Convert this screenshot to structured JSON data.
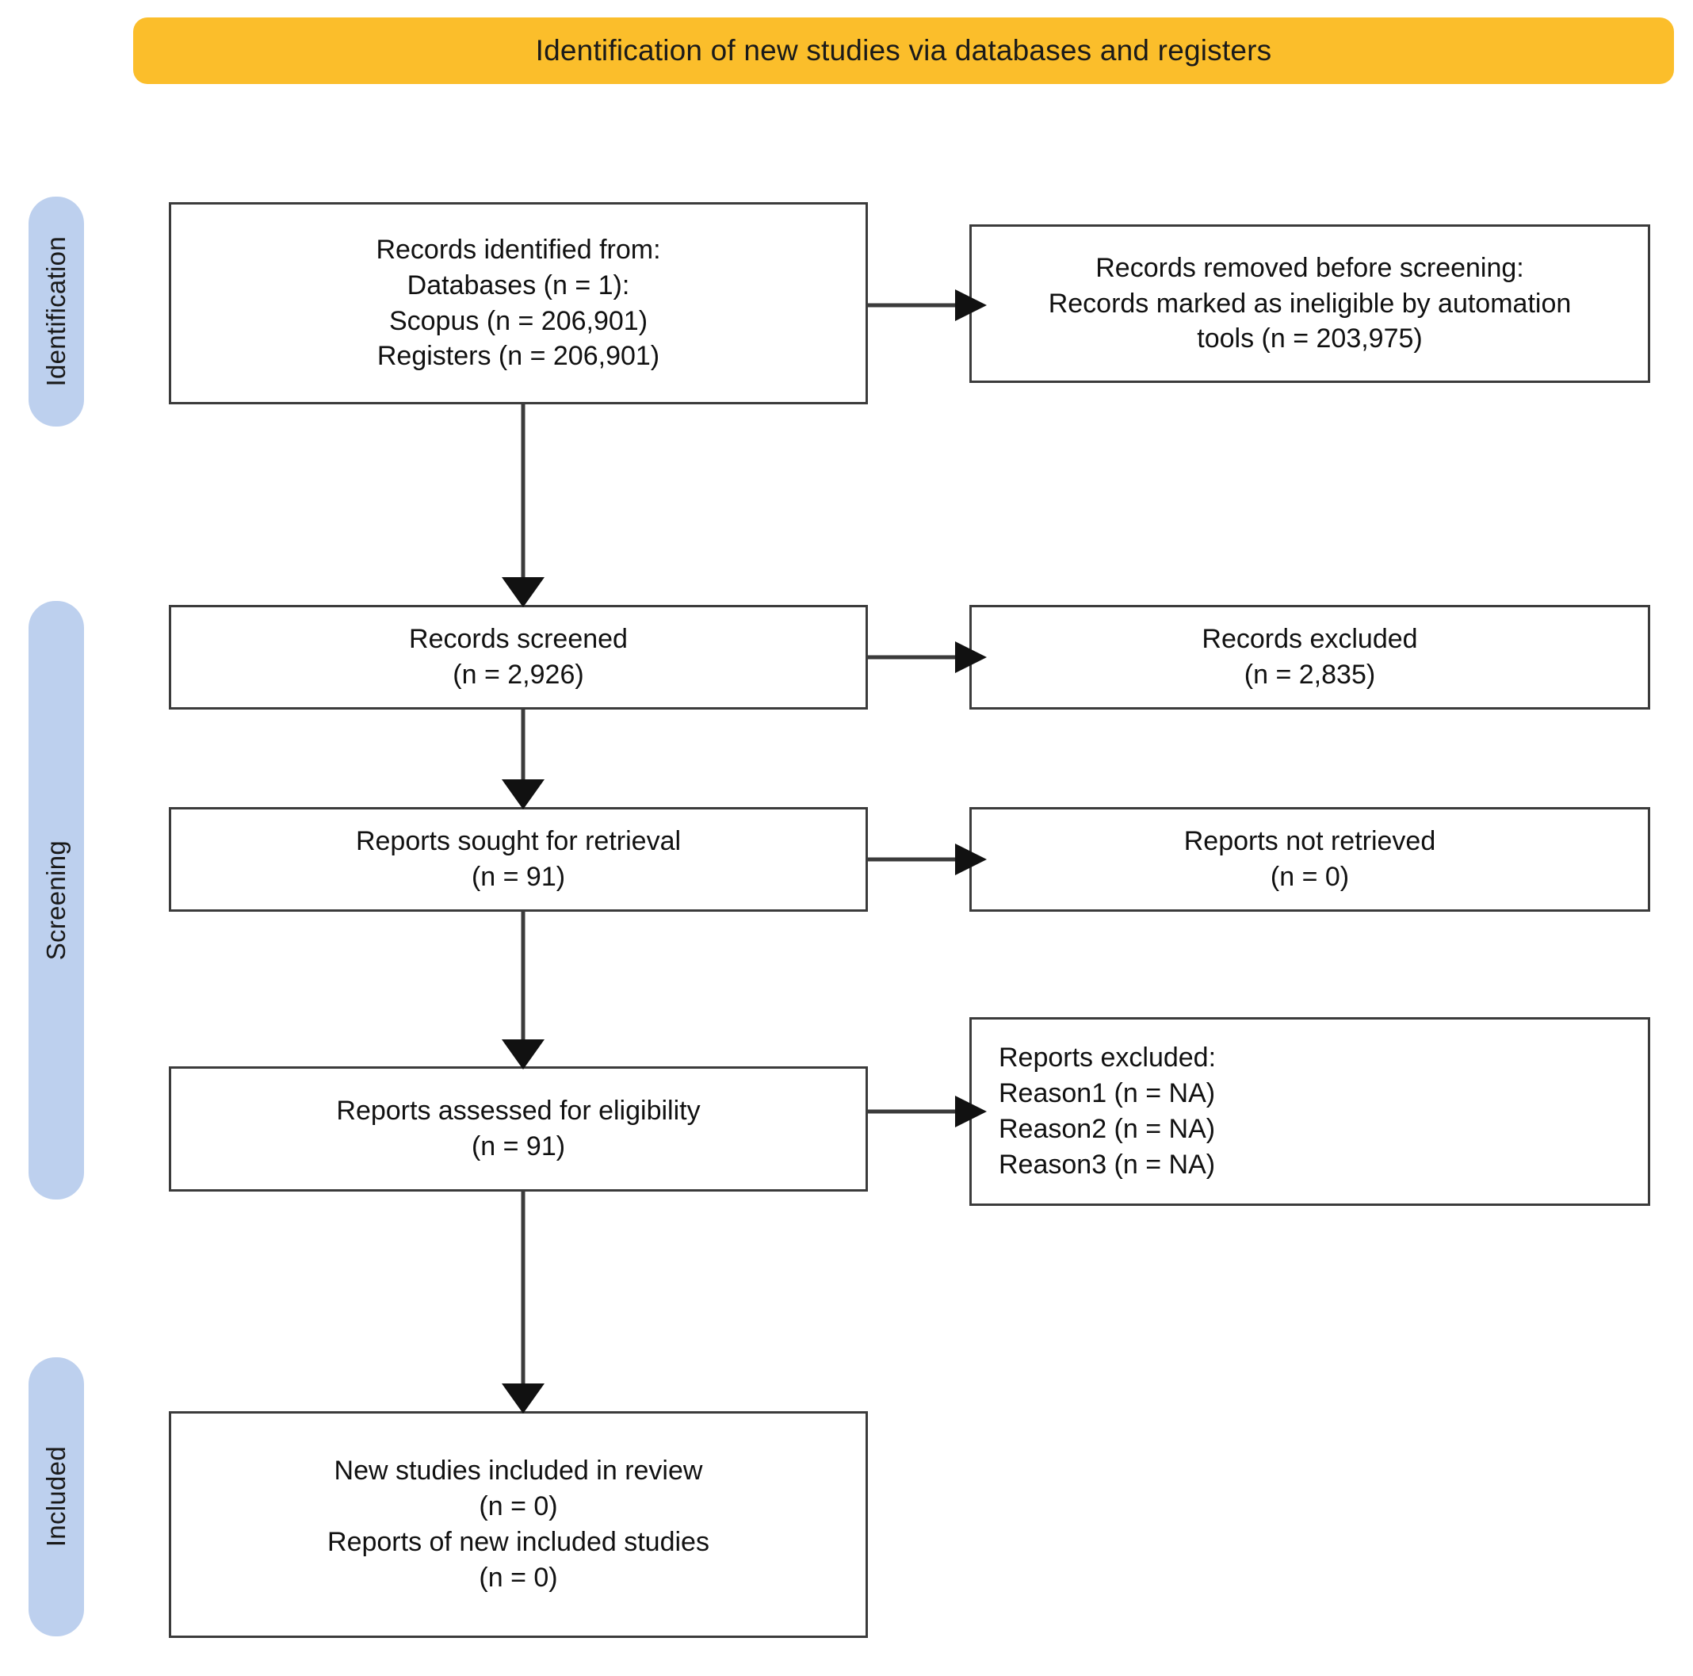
{
  "header": {
    "title": "Identification of new studies via databases and registers",
    "color": "#FBBE2B"
  },
  "stages": {
    "color": "#BDD0EE",
    "identification": "Identification",
    "screening": "Screening",
    "included": "Included"
  },
  "boxes": {
    "identified": {
      "lines": [
        "Records identified from:",
        "Databases (n = 1):",
        "Scopus (n = 206,901)",
        "Registers (n = 206,901)"
      ]
    },
    "removed": {
      "lines": [
        "Records removed before screening:",
        "Records marked as ineligible by automation",
        "tools (n = 203,975)"
      ]
    },
    "screened": {
      "lines": [
        "Records screened",
        "(n = 2,926)"
      ]
    },
    "excluded": {
      "lines": [
        "Records excluded",
        "(n = 2,835)"
      ]
    },
    "sought": {
      "lines": [
        "Reports sought for retrieval",
        "(n = 91)"
      ]
    },
    "not_retrieved": {
      "lines": [
        "Reports not retrieved",
        "(n = 0)"
      ]
    },
    "assessed": {
      "lines": [
        "Reports assessed for eligibility",
        "(n = 91)"
      ]
    },
    "reports_excluded": {
      "lines": [
        "Reports excluded:",
        "Reason1 (n = NA)",
        "Reason2 (n = NA)",
        "Reason3 (n = NA)"
      ]
    },
    "included": {
      "lines": [
        "New studies included in review",
        "(n = 0)",
        "Reports of new included studies",
        "(n = 0)"
      ]
    }
  }
}
